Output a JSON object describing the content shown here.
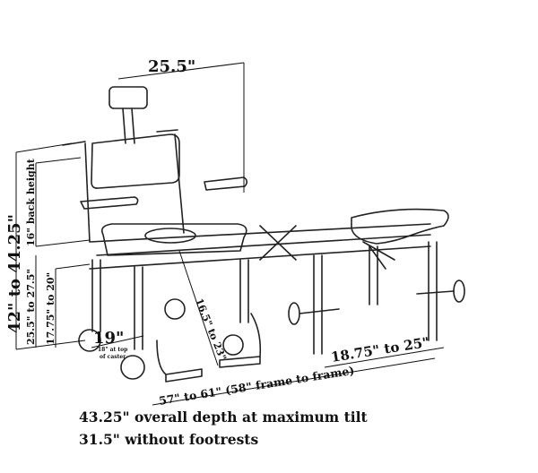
{
  "dimensions": {
    "headrest_width": "25.5\"",
    "overall_height": "42\" to 44.25\"",
    "back_height": "16\" back height",
    "armrest_height": "25.5\" to 27.5\"",
    "seat_height": "17.75\" to 20\"",
    "caster_width": "19\"",
    "caster_note_line1": "18\" at top",
    "caster_note_line2": "of caster",
    "seat_to_footrest": "16.5\" to 23\"",
    "transfer_width": "18.75\" to 25\"",
    "overall_length": "57\" to 61\" (58\" frame to frame)"
  },
  "captions": [
    "43.25\" overall depth at maximum tilt",
    "31.5\" without footrests"
  ],
  "colors": {
    "line": "#111111",
    "background": "#ffffff"
  }
}
